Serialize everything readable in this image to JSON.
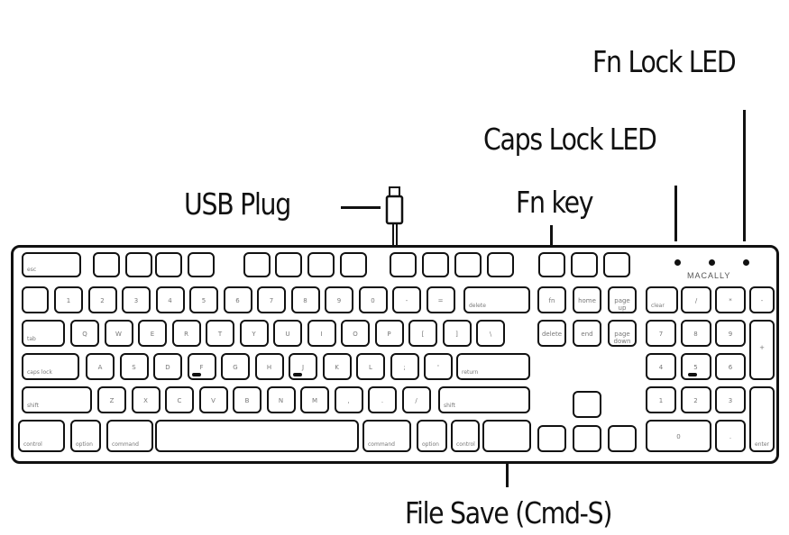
{
  "callouts": {
    "fn_lock_led": "Fn Lock LED",
    "caps_lock_led": "Caps Lock LED",
    "fn_key": "Fn key",
    "usb_plug": "USB Plug",
    "file_save": "File Save (Cmd-S)"
  },
  "brand": "MACALLY",
  "keys": {
    "esc": "esc",
    "fn": "fn",
    "home": "home",
    "page_up": "page up",
    "clear": "clear",
    "delete": "delete",
    "end": "end",
    "page_down": "page down",
    "tab": "tab",
    "caps_lock": "caps lock",
    "return": "return",
    "shift": "shift",
    "control": "control",
    "option": "option",
    "command": "command",
    "enter": "enter",
    "row2": [
      "1",
      "2",
      "3",
      "4",
      "5",
      "6",
      "7",
      "8",
      "9",
      "0",
      "-",
      "="
    ],
    "row3": [
      "Q",
      "W",
      "E",
      "R",
      "T",
      "Y",
      "U",
      "I",
      "O",
      "P",
      "[",
      "]",
      "\\"
    ],
    "row4": [
      "A",
      "S",
      "D",
      "F",
      "G",
      "H",
      "J",
      "K",
      "L",
      ";",
      "'"
    ],
    "row5": [
      "Z",
      "X",
      "C",
      "V",
      "B",
      "N",
      "M",
      ",",
      ".",
      "/"
    ],
    "numpad": [
      "7",
      "8",
      "9",
      "4",
      "5",
      "6",
      "1",
      "2",
      "3",
      "0",
      ".",
      "/",
      "*",
      "-",
      "+"
    ]
  },
  "colors": {
    "stroke": "#111111",
    "legend": "#777777",
    "background": "#ffffff"
  }
}
